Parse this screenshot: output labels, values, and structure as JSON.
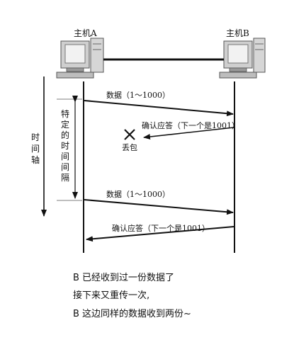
{
  "hosts": {
    "a_label": "主机A",
    "b_label": "主机B"
  },
  "axes": {
    "time_axis_chars": [
      "时",
      "间",
      "轴"
    ],
    "specific_interval_chars": [
      "特",
      "定",
      "的",
      "时",
      "间",
      "间",
      "隔"
    ]
  },
  "messages": {
    "data_1": "数据（1～1000）",
    "ack_1": "确认应答（下一个是1001）",
    "lost_label": "丢包",
    "data_2": "数据（1～1000）",
    "ack_2": "确认应答（下一个是1001）"
  },
  "captions": {
    "line1": "B 已经收到过一份数据了",
    "line2": "接下来又重传一次,",
    "line3": "B 这边同样的数据收到两份~"
  },
  "icons": {
    "computer": "desktop-computer-icon",
    "lost": "x-mark-icon"
  },
  "colors": {
    "line": "#111111",
    "computer_light": "#d9d9d9",
    "computer_dark": "#8a8a8a"
  }
}
